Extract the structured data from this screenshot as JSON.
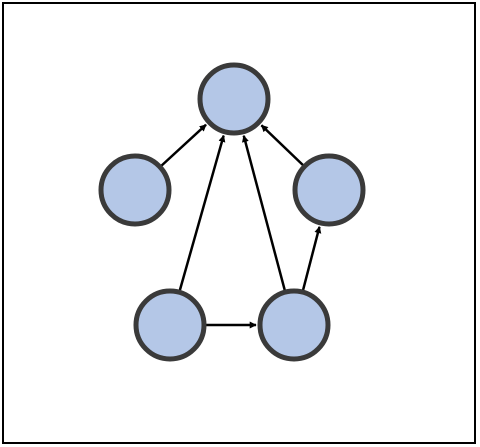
{
  "diagram": {
    "type": "directed-graph",
    "node_count": 5,
    "edge_count": 6,
    "nodes": [
      {
        "id": "top"
      },
      {
        "id": "left"
      },
      {
        "id": "right"
      },
      {
        "id": "bottom-left"
      },
      {
        "id": "bottom-right"
      }
    ],
    "edges": [
      {
        "from": "left",
        "to": "top"
      },
      {
        "from": "right",
        "to": "top"
      },
      {
        "from": "bottom-left",
        "to": "top"
      },
      {
        "from": "bottom-right",
        "to": "top"
      },
      {
        "from": "bottom-left",
        "to": "bottom-right"
      },
      {
        "from": "bottom-right",
        "to": "right"
      }
    ],
    "colors": {
      "node_fill": "#b4c7e7",
      "node_stroke": "#3a3a3a",
      "edge": "#000000",
      "border": "#000000",
      "background": "#ffffff"
    }
  }
}
